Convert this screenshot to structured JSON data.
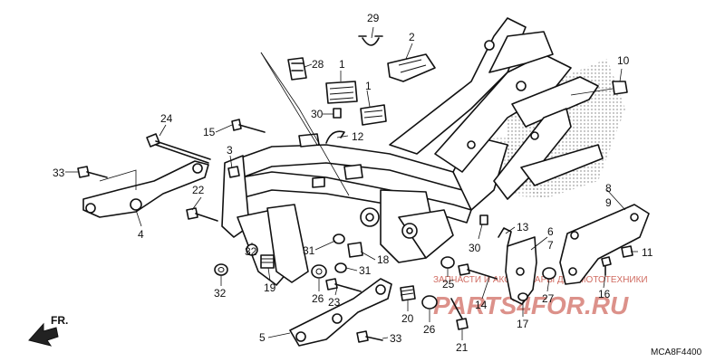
{
  "diagram": {
    "code": "MCA8F4400",
    "direction_label": "FR.",
    "watermark": {
      "line1": "ЗАПЧАСТИ И АКСЕССУАРЫ ДЛЯ МОТОТЕХНИКИ",
      "line2": "PARTS4FOR.RU"
    },
    "callouts": [
      {
        "id": "29",
        "text": "29"
      },
      {
        "id": "2",
        "text": "2"
      },
      {
        "id": "28",
        "text": "28"
      },
      {
        "id": "1a",
        "text": "1"
      },
      {
        "id": "1b",
        "text": "1"
      },
      {
        "id": "10",
        "text": "10"
      },
      {
        "id": "30a",
        "text": "30"
      },
      {
        "id": "24",
        "text": "24"
      },
      {
        "id": "15",
        "text": "15"
      },
      {
        "id": "12",
        "text": "12"
      },
      {
        "id": "3",
        "text": "3"
      },
      {
        "id": "33a",
        "text": "33"
      },
      {
        "id": "22",
        "text": "22"
      },
      {
        "id": "4",
        "text": "4"
      },
      {
        "id": "8",
        "text": "8"
      },
      {
        "id": "9",
        "text": "9"
      },
      {
        "id": "13",
        "text": "13"
      },
      {
        "id": "6",
        "text": "6"
      },
      {
        "id": "7",
        "text": "7"
      },
      {
        "id": "30b",
        "text": "30"
      },
      {
        "id": "11",
        "text": "11"
      },
      {
        "id": "31a",
        "text": "31"
      },
      {
        "id": "18",
        "text": "18"
      },
      {
        "id": "31b",
        "text": "31"
      },
      {
        "id": "32a",
        "text": "32"
      },
      {
        "id": "19",
        "text": "19"
      },
      {
        "id": "32b",
        "text": "32"
      },
      {
        "id": "26a",
        "text": "26"
      },
      {
        "id": "23",
        "text": "23"
      },
      {
        "id": "25",
        "text": "25"
      },
      {
        "id": "14",
        "text": "14"
      },
      {
        "id": "27",
        "text": "27"
      },
      {
        "id": "16",
        "text": "16"
      },
      {
        "id": "17",
        "text": "17"
      },
      {
        "id": "20",
        "text": "20"
      },
      {
        "id": "26b",
        "text": "26"
      },
      {
        "id": "5",
        "text": "5"
      },
      {
        "id": "33b",
        "text": "33"
      },
      {
        "id": "21",
        "text": "21"
      }
    ]
  }
}
